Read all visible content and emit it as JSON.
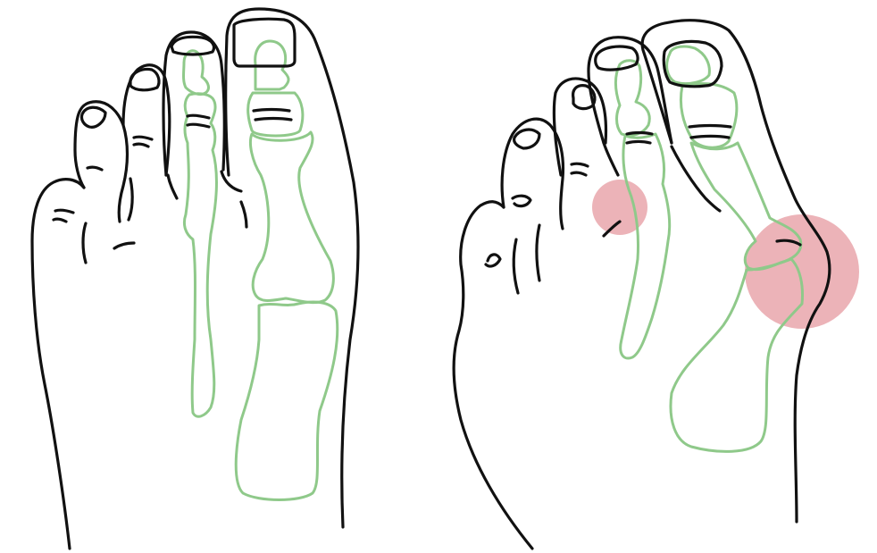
{
  "figure": {
    "panels": [
      {
        "id": "normal-foot",
        "has_highlights": false
      },
      {
        "id": "bunion-foot",
        "has_highlights": true,
        "highlight_count": 2
      }
    ],
    "colors": {
      "outline": "#111111",
      "bone": "#8fc98a",
      "highlight": "#e8a2a8",
      "background": "#ffffff"
    }
  }
}
